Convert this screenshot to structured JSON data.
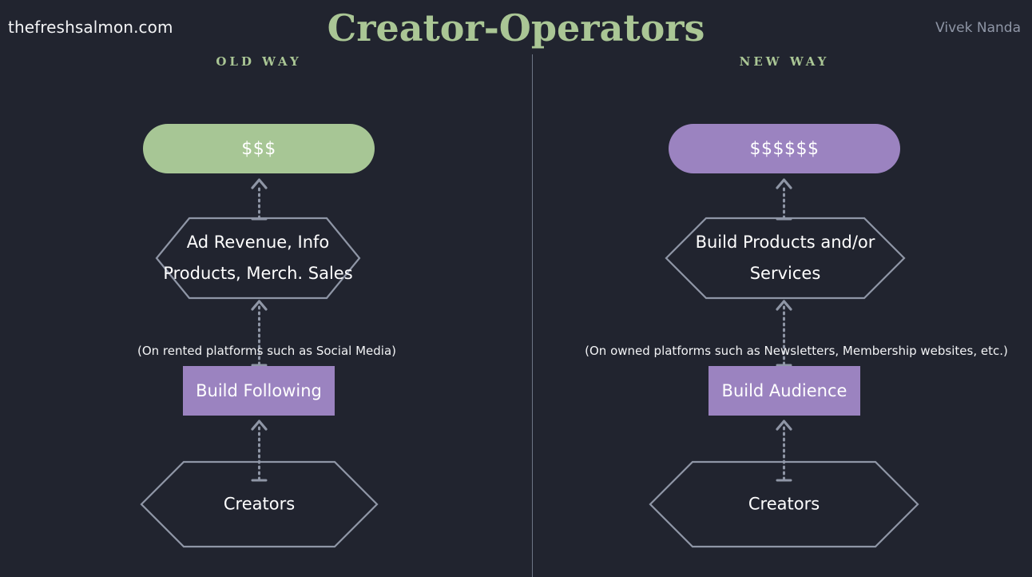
{
  "header": {
    "site_url": "thefreshsalmon.com",
    "title": "Creator-Operators",
    "author": "Vivek Nanda"
  },
  "columns": {
    "old_label": "OLD WAY",
    "new_label": "NEW WAY"
  },
  "colors": {
    "background": "#21242f",
    "accent_green": "#aac695",
    "pill_green": "#a7c695",
    "pill_purple": "#9b83c0",
    "outline_gray": "#8f96a6",
    "text_white": "#ffffff",
    "muted_text": "#8f96a6",
    "divider": "#6d7585"
  },
  "old_way": {
    "money": "$$$",
    "monetization": "Ad Revenue, Info\nProducts, Merch. Sales",
    "monetization_line1": "Ad Revenue, Info",
    "monetization_line2": "Products, Merch. Sales",
    "platform_note": "(On rented platforms such as Social Media)",
    "audience_step": "Build Following",
    "source": "Creators"
  },
  "new_way": {
    "money": "$$$$$$",
    "monetization_line1": "Build Products and/or",
    "monetization_line2": "Services",
    "platform_note": "(On owned platforms such as Newsletters, Membership websites, etc.)",
    "audience_step": "Build Audience",
    "source": "Creators"
  }
}
